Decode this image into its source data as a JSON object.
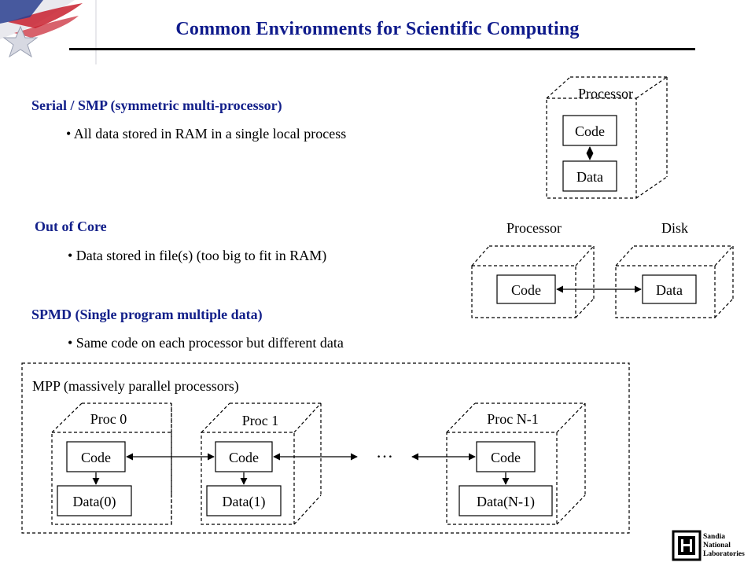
{
  "header": {
    "title": "Common Environments for Scientific Computing"
  },
  "sections": {
    "serial": {
      "heading": "Serial / SMP (symmetric multi-processor)",
      "bullet": "• All data stored in RAM in a single local process"
    },
    "out_of_core": {
      "heading": "Out of Core",
      "bullet": "• Data stored in file(s) (too big to fit in RAM)"
    },
    "spmd": {
      "heading": "SPMD (Single program multiple data)",
      "bullet": "• Same code on each processor but different data"
    }
  },
  "diagrams": {
    "serial": {
      "cube_label": "Processor",
      "code": "Code",
      "data": "Data"
    },
    "out_of_core": {
      "proc_label": "Processor",
      "disk_label": "Disk",
      "code": "Code",
      "data": "Data"
    },
    "mpp": {
      "label": "MPP (massively parallel processors)",
      "ellipsis": "…",
      "procs": [
        {
          "label": "Proc 0",
          "code": "Code",
          "data": "Data(0)"
        },
        {
          "label": "Proc 1",
          "code": "Code",
          "data": "Data(1)"
        },
        {
          "label": "Proc N-1",
          "code": "Code",
          "data": "Data(N-1)"
        }
      ]
    }
  },
  "logo": {
    "lines": [
      "Sandia",
      "National",
      "Laboratories"
    ],
    "colors": {
      "flag_red": "#c8202e",
      "flag_blue": "#2a3f8f",
      "title_blue": "#0f1b8c"
    }
  }
}
